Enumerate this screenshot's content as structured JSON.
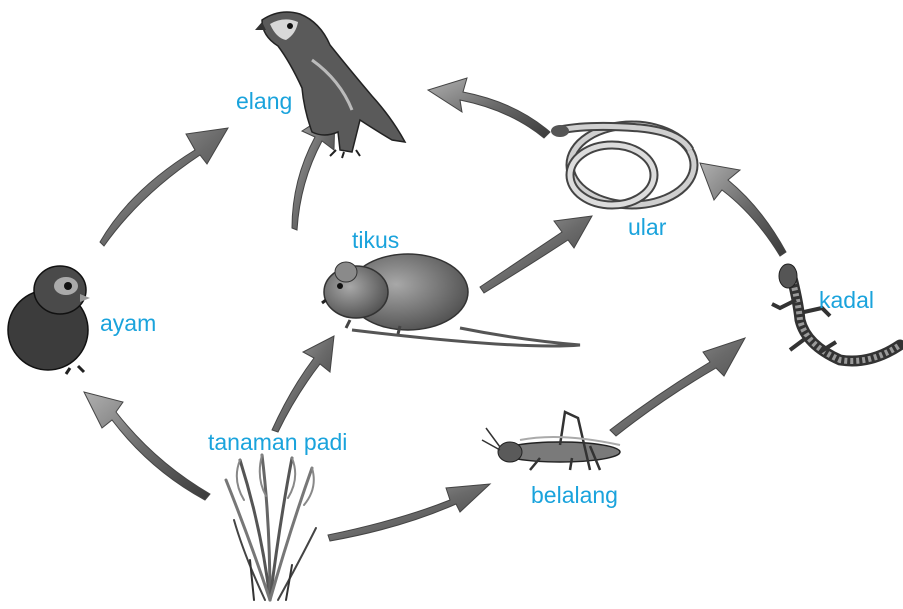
{
  "organisms": {
    "elang": "elang",
    "tikus": "tikus",
    "ular": "ular",
    "kadal": "kadal",
    "ayam": "ayam",
    "padi": "tanaman padi",
    "belalang": "belalang"
  },
  "colors": {
    "label": "#1aa3dc",
    "arrow_dark": "#3a3a3a",
    "arrow_light": "#9a9a9a"
  }
}
